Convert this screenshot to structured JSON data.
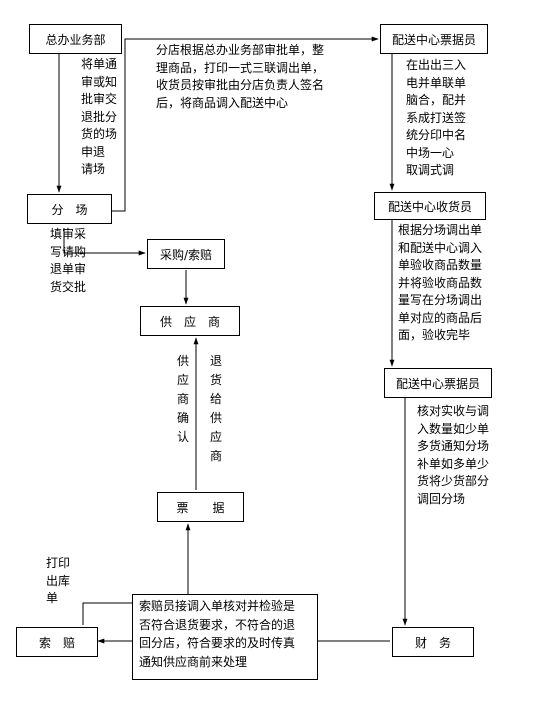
{
  "nodes": {
    "hq": "总办业务部",
    "ps1": "配送中心票据员",
    "branch": "分　场",
    "purchase": "采购/索赔",
    "supplier": "供　应　商",
    "receiver": "配送中心收货员",
    "ps2": "配送中心票据员",
    "ticket": "票　　据",
    "claim": "索　赔",
    "finance": "财　务"
  },
  "notes": {
    "hq_to_branch": "将单通\n审或知\n批审交\n退批分\n货的场\n申退\n请场",
    "top_flow": "分店根据总办业务部审批单，整\n理商品，打印一式三联调出单，\n收货员按审批由分店负责人签名\n后，将商品调入配送中心",
    "ps1_to_receiver": "在出出三入\n电并单联单\n脑合，配并\n系成打送签\n统分印中名\n中场一心\n取调式调",
    "branch_to_purchase": "填审采\n写请购\n退单审\n货交批",
    "receiver_to_ps2": "根据分场调出单\n和配送中心调入\n单验收商品数量\n并将验收商品数\n量写在分场调出\n单对应的商品后\n面，验收完毕",
    "ps2_to_finance": "核对实收与调\n入数量如少单\n多货通知分场\n补单如多单少\n货将少货部分\n调回分场",
    "supplier_confirm": "供应商确认",
    "return_goods": "退货给供应商",
    "print_out": "打印\n出库\n单",
    "claim_clerk": "索赔员接调入单核对并检验是\n否符合退货要求，不符合的退\n回分店，符合要求的及时传真\n通知供应商前来处理"
  }
}
